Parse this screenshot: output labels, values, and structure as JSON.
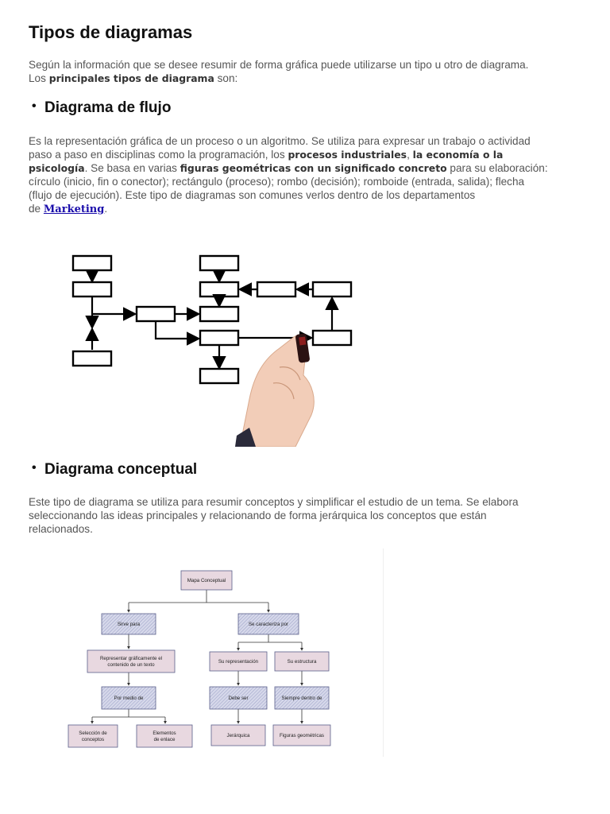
{
  "title": "Tipos de diagramas",
  "intro": {
    "line1": "Según la información que se desee resumir de forma gráfica puede utilizarse un tipo u otro de diagrama.",
    "line2_pre": "Los ",
    "line2_bold": "principales tipos de diagrama",
    "line2_post": " son:"
  },
  "sections": {
    "flujo": {
      "heading": "Diagrama de flujo",
      "p1": "Es la representación gráfica de un proceso o un algoritmo. Se utiliza para expresar un trabajo o actividad",
      "p2_pre": "paso a paso en disciplinas como la programación, los ",
      "p2_bold1": "procesos industriales",
      "p2_mid": ", ",
      "p2_bold2": "la economía o la",
      "p3_bold": "psicología",
      "p3_mid": ". Se basa en varias ",
      "p3_bold2": "figuras geométricas con un significado concreto",
      "p3_post": " para su elaboración:",
      "p4": "círculo (inicio, fin o conector); rectángulo (proceso); rombo (decisión); romboide (entrada, salida); flecha",
      "p5": "(flujo de ejecución). Este tipo de diagramas son comunes verlos dentro de los departamentos",
      "p6_pre": "de ",
      "p6_link": "Marketing",
      "p6_post": "."
    },
    "conceptual": {
      "heading": "Diagrama conceptual",
      "p1": "Este tipo de diagrama se utiliza para resumir conceptos y simplificar el estudio de un tema. Se elabora",
      "p2": "seleccionando las ideas principales y relacionando de forma jerárquica los conceptos que están",
      "p3": "relacionados."
    }
  },
  "concept_map": {
    "root": "Mapa Conceptual",
    "left_l1": "Sirve para",
    "right_l1": "Se caracteriza por",
    "left_l2_a": "Representar gráficamente el",
    "left_l2_b": "contenido de un texto",
    "right_l2a": "Su representación",
    "right_l2b": "Su estructura",
    "left_l3": "Por medio de",
    "right_l3a": "Debe ser",
    "right_l3b": "Siempre dentro de",
    "leaf1_a": "Selección de",
    "leaf1_b": "conceptos",
    "leaf2_a": "Elementos",
    "leaf2_b": "de enlace",
    "leaf3": "Jerárquica",
    "leaf4": "Figuras geométricas"
  }
}
